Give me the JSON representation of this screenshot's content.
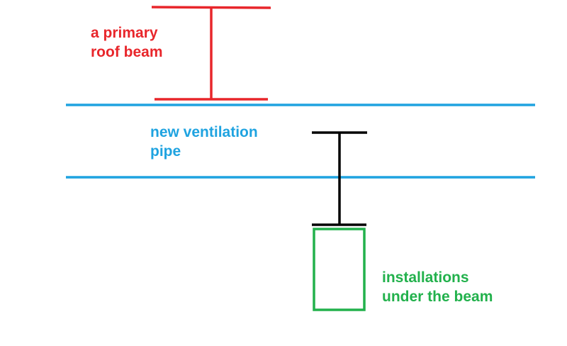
{
  "colors": {
    "beam": "#e8262b",
    "pipe": "#1fa3e0",
    "hanger": "#000000",
    "installations": "#22b14c",
    "background": "#ffffff"
  },
  "labels": {
    "beam": [
      "a primary",
      "roof beam"
    ],
    "pipe": [
      "new ventilation",
      "pipe"
    ],
    "installations": [
      "installations",
      "under the beam"
    ]
  }
}
